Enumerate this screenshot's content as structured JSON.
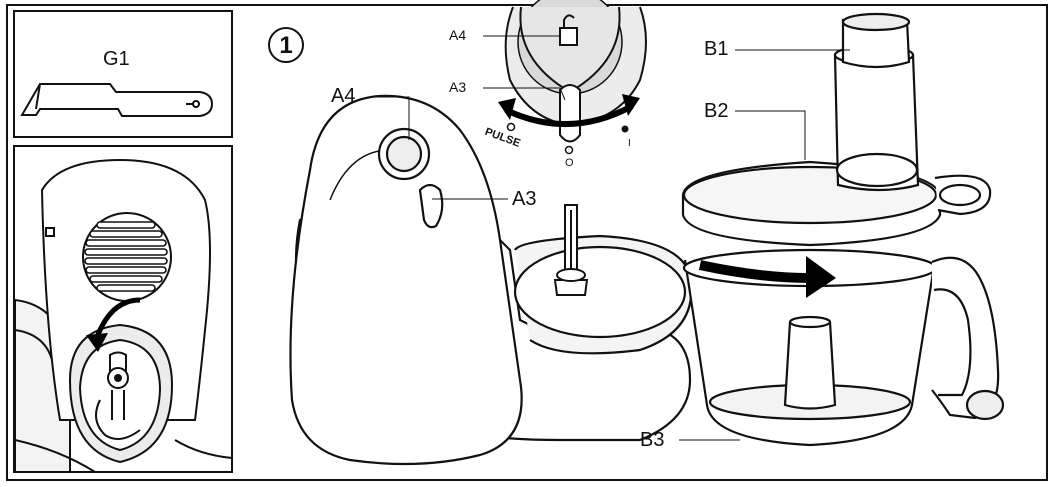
{
  "figure_number": "1",
  "labels": {
    "g1": "G1",
    "a4_main": "A4",
    "a3_main": "A3",
    "a4_detail": "A4",
    "a3_detail": "A3",
    "b1": "B1",
    "b2": "B2",
    "b3": "B3"
  },
  "dial": {
    "pulse": "PULSE",
    "off": "O",
    "on": "I"
  },
  "colors": {
    "line": "#111111",
    "light_fill": "#eeeeee",
    "mid_fill": "#d9d9d9",
    "arrow": "#000000"
  }
}
